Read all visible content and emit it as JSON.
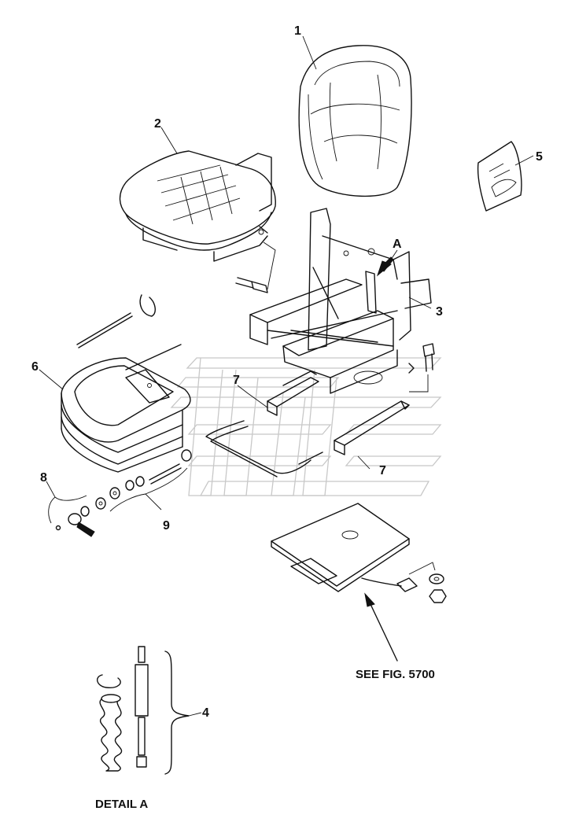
{
  "callouts": {
    "c1": "1",
    "c2": "2",
    "c3": "3",
    "c4": "4",
    "c5": "5",
    "c6": "6",
    "c7a": "7",
    "c7b": "7",
    "c8": "8",
    "c9": "9",
    "cA": "A"
  },
  "notes": {
    "see_fig": "SEE FIG. 5700",
    "detail": "DETAIL A"
  },
  "colors": {
    "line": "#111111",
    "watermark": "#c8c8c8",
    "background": "#ffffff"
  }
}
